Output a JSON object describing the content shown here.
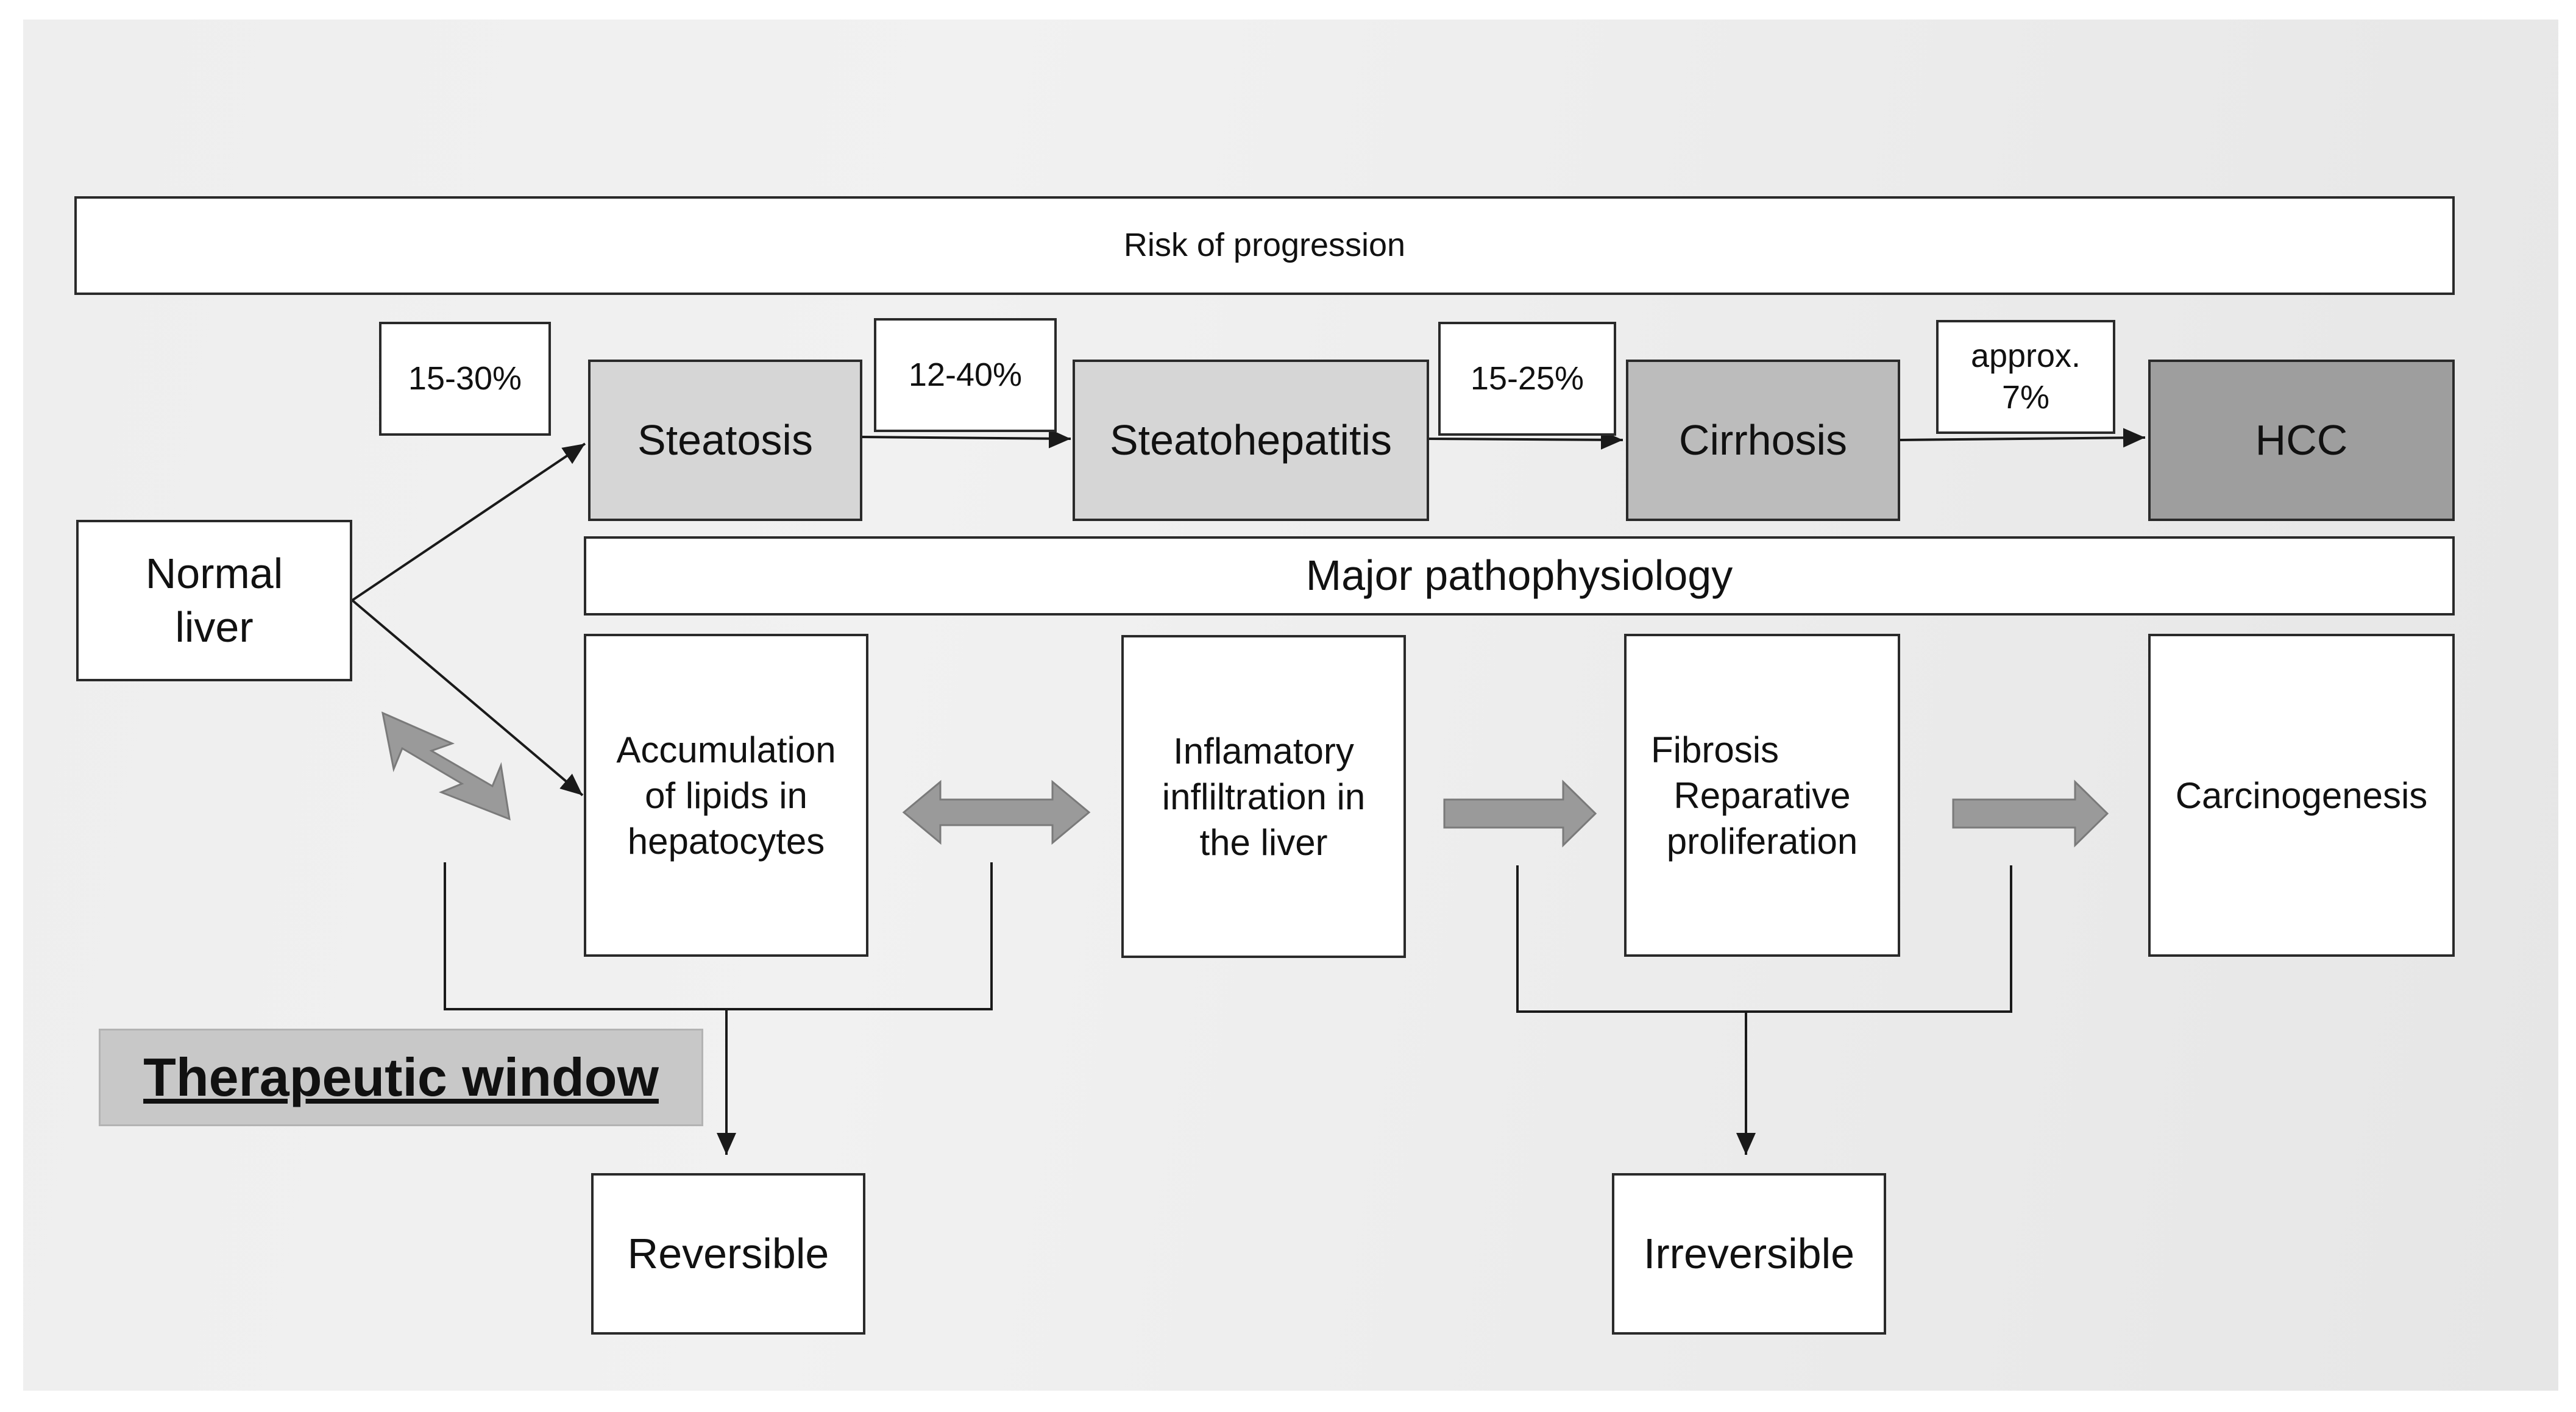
{
  "header": {
    "risk_label": "Risk of progression"
  },
  "normal": {
    "label_line1": "Normal",
    "label_line2": "liver"
  },
  "stages": [
    {
      "label": "Steatosis",
      "fill": "#d6d6d6"
    },
    {
      "label": "Steatohepatitis",
      "fill": "#d6d6d6"
    },
    {
      "label": "Cirrhosis",
      "fill": "#bcbcbc"
    },
    {
      "label": "HCC",
      "fill": "#9e9e9e"
    }
  ],
  "rates": [
    {
      "label": "15-30%"
    },
    {
      "label": "12-40%"
    },
    {
      "label": "15-25%"
    },
    {
      "label_line1": "approx.",
      "label_line2": "7%"
    }
  ],
  "pathophysiology": {
    "title": "Major pathophysiology",
    "items": [
      {
        "lines": [
          "Accumulation",
          "of lipids in",
          "hepatocytes"
        ]
      },
      {
        "lines": [
          "Inflamatory",
          "infliltration in",
          "the liver"
        ]
      },
      {
        "lines": [
          "Fibrosis",
          "Reparative",
          "proliferation"
        ]
      },
      {
        "lines": [
          "Carcinogenesis"
        ]
      }
    ]
  },
  "therapeutic_window": {
    "label": "Therapeutic window"
  },
  "outcomes": {
    "reversible": "Reversible",
    "irreversible": "Irreversible"
  },
  "colors": {
    "line": "#2a2a2a",
    "block_arrow": "#9a9a9a",
    "block_arrow_edge": "#7a7a7a"
  }
}
